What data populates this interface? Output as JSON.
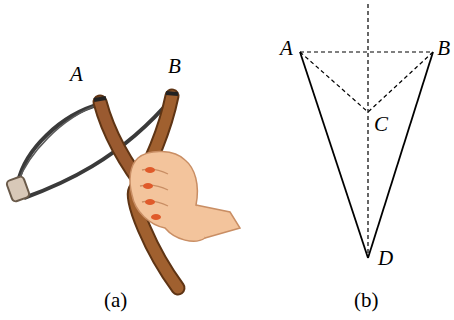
{
  "diagram": {
    "labels": [
      "A",
      "B",
      "(a)",
      "A",
      "B",
      "C",
      "D",
      "(b)"
    ]
  }
}
